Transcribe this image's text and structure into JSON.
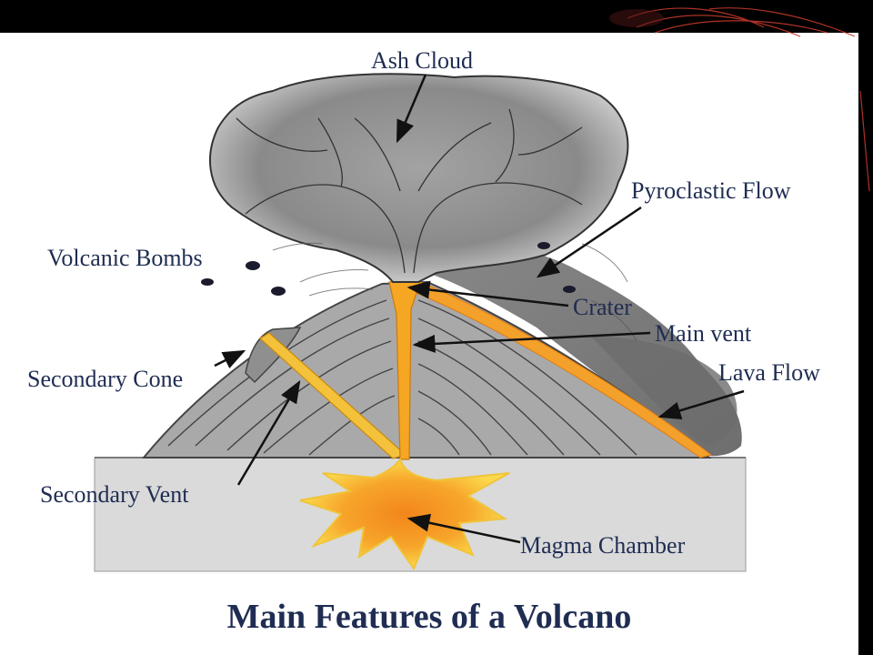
{
  "title": "Main Features of a Volcano",
  "labels": {
    "ash_cloud": "Ash Cloud",
    "pyroclastic_flow": "Pyroclastic Flow",
    "volcanic_bombs": "Volcanic Bombs",
    "crater": "Crater",
    "main_vent": "Main vent",
    "lava_flow": "Lava Flow",
    "secondary_cone": "Secondary Cone",
    "secondary_vent": "Secondary Vent",
    "magma_chamber": "Magma Chamber"
  },
  "colors": {
    "label_text": "#1f2d52",
    "magma": "#f5a623",
    "lava_glow": "#f7d24a",
    "rock": "#a8a8a8",
    "ground": "#d9d9d9",
    "ash": "#8c8c8c",
    "slide_background": "#000000",
    "accent_swirl": "#c0392b"
  }
}
